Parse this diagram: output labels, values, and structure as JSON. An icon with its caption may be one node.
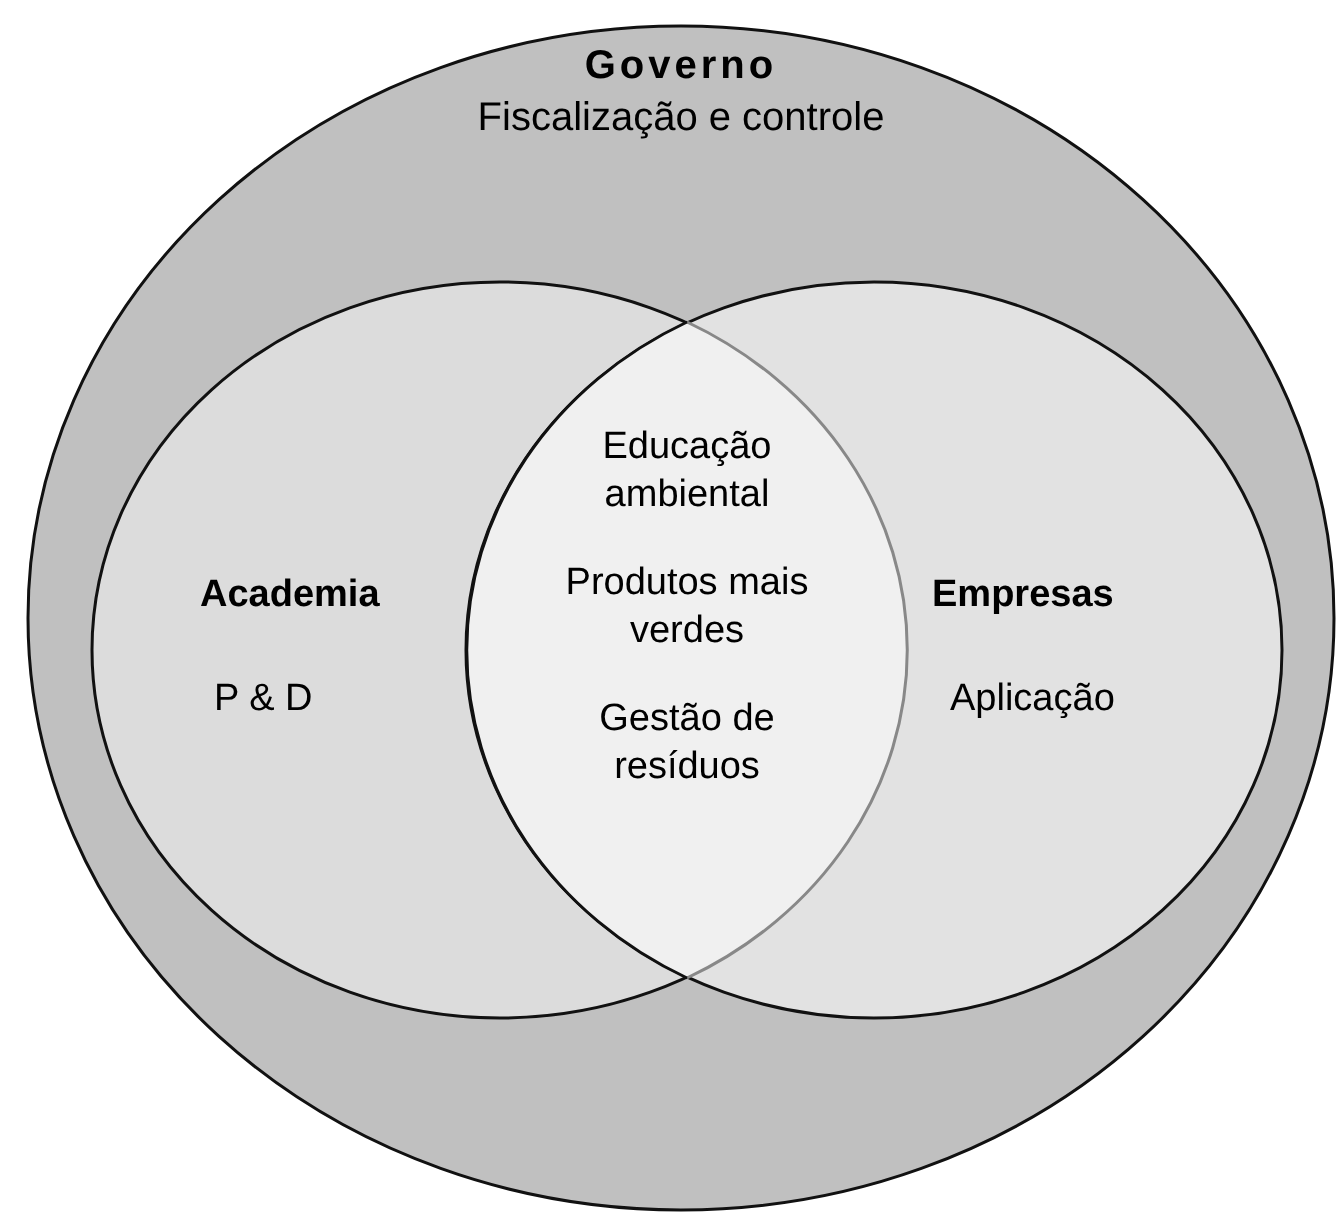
{
  "diagram": {
    "nodes": [
      {
        "text": [
          "Governo",
          "Fiscalização e controle"
        ]
      },
      {
        "text": [
          "Academia",
          "P & D"
        ],
        "in": 0
      },
      {
        "text": [
          "Empresas",
          "Aplicação"
        ],
        "in": 0
      },
      {
        "text": [
          "Educação ambiental",
          "Produtos mais verdes",
          "Gestão de resíduos"
        ]
      }
    ]
  }
}
